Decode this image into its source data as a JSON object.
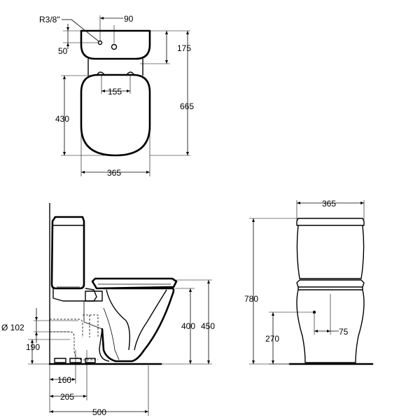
{
  "top_view": {
    "thread_label": "R3/8\"",
    "dim_tap_offset": "90",
    "dim_tap_depth": "50",
    "dim_basin_depth": "175",
    "dim_total_depth": "665",
    "dim_hinge_spacing": "155",
    "dim_bowl_length": "430",
    "dim_width": "365"
  },
  "side_view": {
    "dim_outlet_diameter": "Ø 102",
    "dim_outlet_height": "190",
    "dim_seat_height": "400",
    "dim_rim_height": "450",
    "dim_outlet_160": "160",
    "dim_outlet_205": "205",
    "dim_length": "500"
  },
  "front_view": {
    "dim_cistern_width": "365",
    "dim_total_height": "780",
    "dim_inlet_height": "270",
    "dim_inlet_offset": "75"
  }
}
